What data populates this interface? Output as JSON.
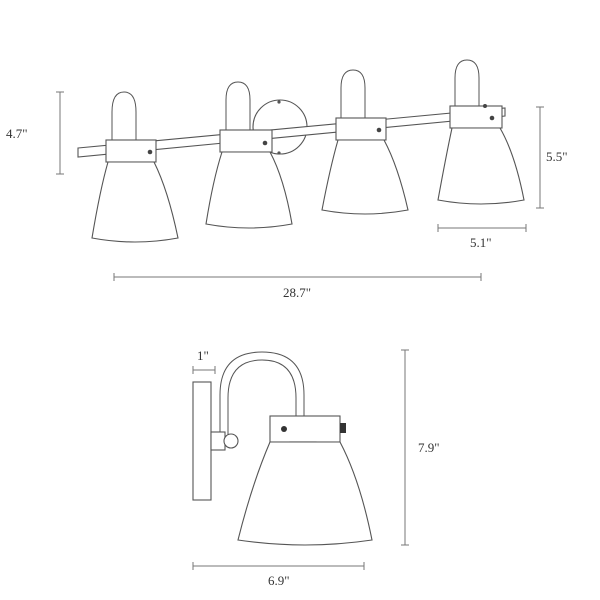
{
  "front_view": {
    "height_left": "4.7\"",
    "height_right": "5.5\"",
    "shade_width": "5.1\"",
    "total_width": "28.7\""
  },
  "side_view": {
    "base_depth": "1\"",
    "height": "7.9\"",
    "depth": "6.9\""
  }
}
